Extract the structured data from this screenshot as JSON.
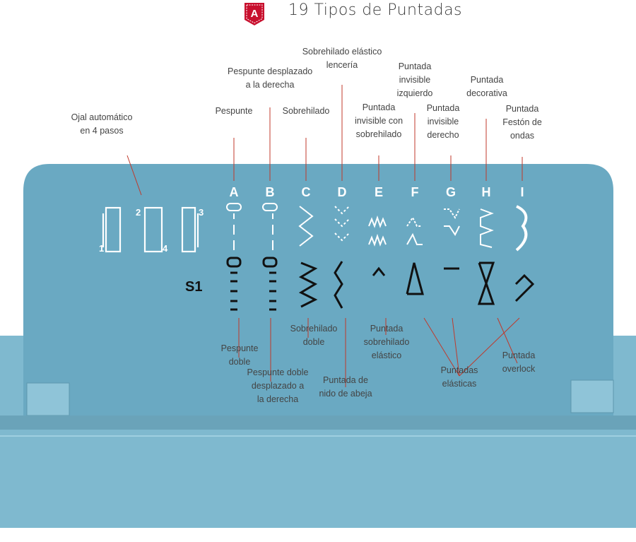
{
  "header": {
    "title": "19 Tipos de Puntadas",
    "logo_letter": "A"
  },
  "panel": {
    "letters": [
      "A",
      "B",
      "C",
      "D",
      "E",
      "F",
      "G",
      "H",
      "I"
    ],
    "s1_label": "S1",
    "buttonhole_numbers": [
      "1",
      "2",
      "3",
      "4"
    ]
  },
  "top_labels": [
    {
      "id": "ojal",
      "lines": [
        "Ojal automático",
        "en 4 pasos"
      ]
    },
    {
      "id": "pespunte",
      "lines": [
        "Pespunte"
      ]
    },
    {
      "id": "pespunte-derecha",
      "lines": [
        "Pespunte desplazado",
        "a la derecha"
      ]
    },
    {
      "id": "sobrehilado",
      "lines": [
        "Sobrehilado"
      ]
    },
    {
      "id": "sobrehilado-lenceria",
      "lines": [
        "Sobrehilado elástico",
        "lencería"
      ]
    },
    {
      "id": "invisible-sobrehilado",
      "lines": [
        "Puntada",
        "invisible con",
        "sobrehilado"
      ]
    },
    {
      "id": "invisible-izquierdo",
      "lines": [
        "Puntada",
        "invisible",
        "izquierdo"
      ]
    },
    {
      "id": "invisible-derecho",
      "lines": [
        "Puntada",
        "invisible",
        "derecho"
      ]
    },
    {
      "id": "decorativa",
      "lines": [
        "Puntada",
        "decorativa"
      ]
    },
    {
      "id": "feston",
      "lines": [
        "Puntada",
        "Festón de",
        "ondas"
      ]
    }
  ],
  "bottom_labels": [
    {
      "id": "pespunte-doble",
      "lines": [
        "Pespunte",
        "doble"
      ]
    },
    {
      "id": "pespunte-doble-derecha",
      "lines": [
        "Pespunte doble",
        "desplazado a",
        "la derecha"
      ]
    },
    {
      "id": "sobrehilado-doble",
      "lines": [
        "Sobrehilado",
        "doble"
      ]
    },
    {
      "id": "nido-abeja",
      "lines": [
        "Puntada de",
        "nido de abeja"
      ]
    },
    {
      "id": "sobrehilado-elastico",
      "lines": [
        "Puntada",
        "sobrehilado",
        "elástico"
      ]
    },
    {
      "id": "elasticas",
      "lines": [
        "Puntadas",
        "elásticas"
      ]
    },
    {
      "id": "overlock",
      "lines": [
        "Puntada",
        "overlock"
      ]
    }
  ],
  "colors": {
    "panel": "#6aa9c2",
    "machine": "#7fb9cf",
    "machine_dark": "#5d98ae",
    "leader_line": "#c0392b",
    "logo": "#c8102e"
  }
}
